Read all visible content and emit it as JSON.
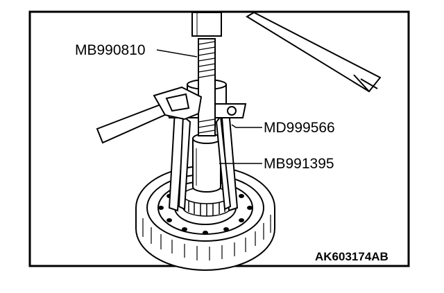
{
  "labels": {
    "tool_a": "MB990810",
    "tool_b": "MD999566",
    "tool_c": "MB991395"
  },
  "figure_id": "AK603174AB",
  "colors": {
    "ink": "#000000",
    "paper": "#ffffff"
  }
}
